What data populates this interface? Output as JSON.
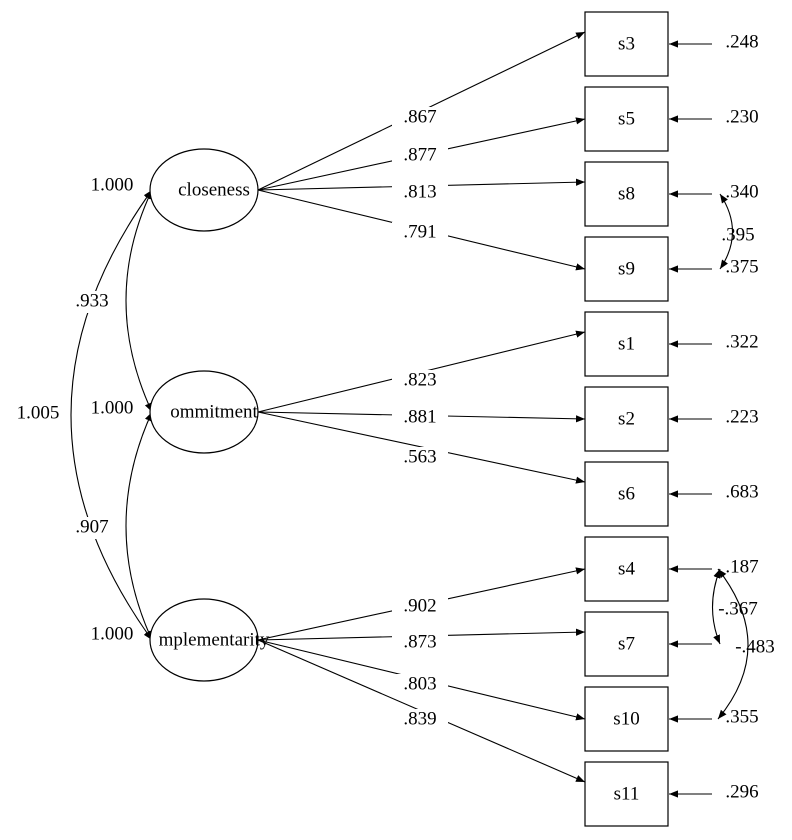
{
  "latent_factors": [
    {
      "id": "closeness",
      "label": "closeness",
      "variance": "1.000"
    },
    {
      "id": "commitment",
      "label": "ommitment",
      "variance": "1.000"
    },
    {
      "id": "complementarity",
      "label": "mplementarity",
      "variance": "1.000"
    }
  ],
  "indicators": [
    {
      "id": "s3",
      "label": "s3",
      "factor": "closeness",
      "loading": ".867",
      "error": ".248"
    },
    {
      "id": "s5",
      "label": "s5",
      "factor": "closeness",
      "loading": ".877",
      "error": ".230"
    },
    {
      "id": "s8",
      "label": "s8",
      "factor": "closeness",
      "loading": ".813",
      "error": ".340"
    },
    {
      "id": "s9",
      "label": "s9",
      "factor": "closeness",
      "loading": ".791",
      "error": ".375"
    },
    {
      "id": "s1",
      "label": "s1",
      "factor": "commitment",
      "loading": ".823",
      "error": ".322"
    },
    {
      "id": "s2",
      "label": "s2",
      "factor": "commitment",
      "loading": ".881",
      "error": ".223"
    },
    {
      "id": "s6",
      "label": "s6",
      "factor": "commitment",
      "loading": ".563",
      "error": ".683"
    },
    {
      "id": "s4",
      "label": "s4",
      "factor": "complementarity",
      "loading": ".902",
      "error": ".187"
    },
    {
      "id": "s7",
      "label": "s7",
      "factor": "complementarity",
      "loading": ".873",
      "error": ""
    },
    {
      "id": "s10",
      "label": "s10",
      "factor": "complementarity",
      "loading": ".803",
      "error": ".355"
    },
    {
      "id": "s11",
      "label": "s11",
      "factor": "complementarity",
      "loading": ".839",
      "error": ".296"
    }
  ],
  "factor_correlations": [
    {
      "from": "closeness",
      "to": "commitment",
      "value": ".933"
    },
    {
      "from": "commitment",
      "to": "complementarity",
      "value": ".907"
    },
    {
      "from": "closeness",
      "to": "complementarity",
      "value": "1.005"
    }
  ],
  "error_covariances": [
    {
      "from": "s8",
      "to": "s9",
      "value": ".395"
    },
    {
      "from": "s4",
      "to": "s7",
      "value": "-.367"
    },
    {
      "from": "s4",
      "to": "s10",
      "value": "-.483"
    }
  ]
}
